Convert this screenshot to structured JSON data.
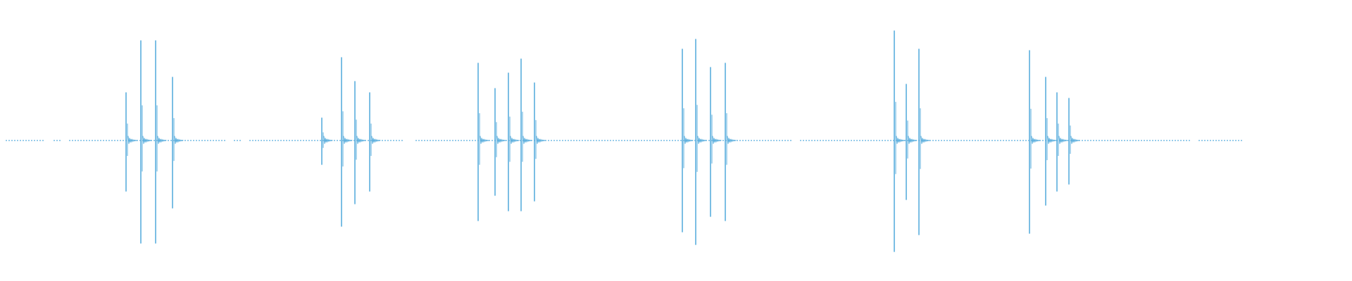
{
  "chart_data": {
    "type": "line",
    "title": "",
    "xlabel": "",
    "ylabel": "",
    "grid": false,
    "legend": "none",
    "x_range": [
      0,
      1920
    ],
    "y_range": [
      -1,
      1
    ],
    "color": "#5aaedd",
    "series": [
      {
        "baseline": {
          "start": 8,
          "end": 1764,
          "gaps": [
            [
              64,
              76
            ],
            [
              88,
              98
            ],
            [
              320,
              332
            ],
            [
              344,
              354
            ],
            [
              574,
              590
            ],
            [
              1124,
              1136
            ],
            [
              1690,
              1702
            ]
          ]
        },
        "bursts": [
          {
            "spikes": [
              {
                "x": 179,
                "up": 0.34,
                "down": 0.36
              },
              {
                "x": 200,
                "up": 0.71,
                "down": 0.73
              },
              {
                "x": 221,
                "up": 0.71,
                "down": 0.73
              },
              {
                "x": 245,
                "up": 0.45,
                "down": 0.48
              }
            ]
          },
          {
            "spikes": [
              {
                "x": 457,
                "up": 0.16,
                "down": 0.17
              },
              {
                "x": 485,
                "up": 0.59,
                "down": 0.61
              },
              {
                "x": 504,
                "up": 0.42,
                "down": 0.45
              },
              {
                "x": 525,
                "up": 0.34,
                "down": 0.36
              }
            ]
          },
          {
            "spikes": [
              {
                "x": 679,
                "up": 0.55,
                "down": 0.57
              },
              {
                "x": 703,
                "up": 0.37,
                "down": 0.39
              },
              {
                "x": 722,
                "up": 0.48,
                "down": 0.5
              },
              {
                "x": 740,
                "up": 0.58,
                "down": 0.5
              },
              {
                "x": 759,
                "up": 0.41,
                "down": 0.43
              }
            ]
          },
          {
            "spikes": [
              {
                "x": 969,
                "up": 0.65,
                "down": 0.65
              },
              {
                "x": 988,
                "up": 0.72,
                "down": 0.74
              },
              {
                "x": 1009,
                "up": 0.52,
                "down": 0.54
              },
              {
                "x": 1030,
                "up": 0.55,
                "down": 0.57
              }
            ]
          },
          {
            "spikes": [
              {
                "x": 1270,
                "up": 0.78,
                "down": 0.79
              },
              {
                "x": 1287,
                "up": 0.4,
                "down": 0.42
              },
              {
                "x": 1305,
                "up": 0.65,
                "down": 0.67
              }
            ]
          },
          {
            "spikes": [
              {
                "x": 1462,
                "up": 0.64,
                "down": 0.66
              },
              {
                "x": 1485,
                "up": 0.45,
                "down": 0.46
              },
              {
                "x": 1501,
                "up": 0.34,
                "down": 0.36
              },
              {
                "x": 1518,
                "up": 0.3,
                "down": 0.31
              }
            ]
          }
        ]
      }
    ]
  }
}
